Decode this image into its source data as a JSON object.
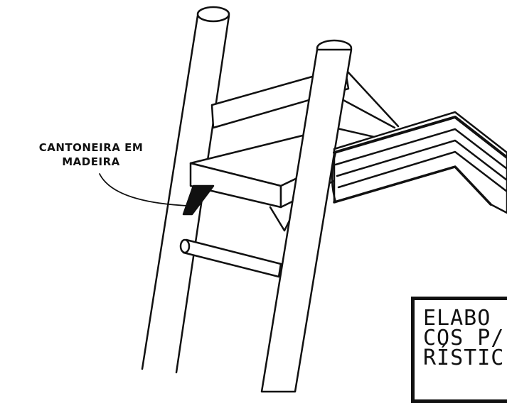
{
  "callout": {
    "line1": "CANTONEIRA EM",
    "line2": "MADEIRA"
  },
  "title_block": {
    "line1": "ELABO",
    "line2": "COS P/",
    "line3": "RÍSTIC"
  },
  "colors": {
    "ink": "#111111",
    "paper": "#ffffff"
  }
}
